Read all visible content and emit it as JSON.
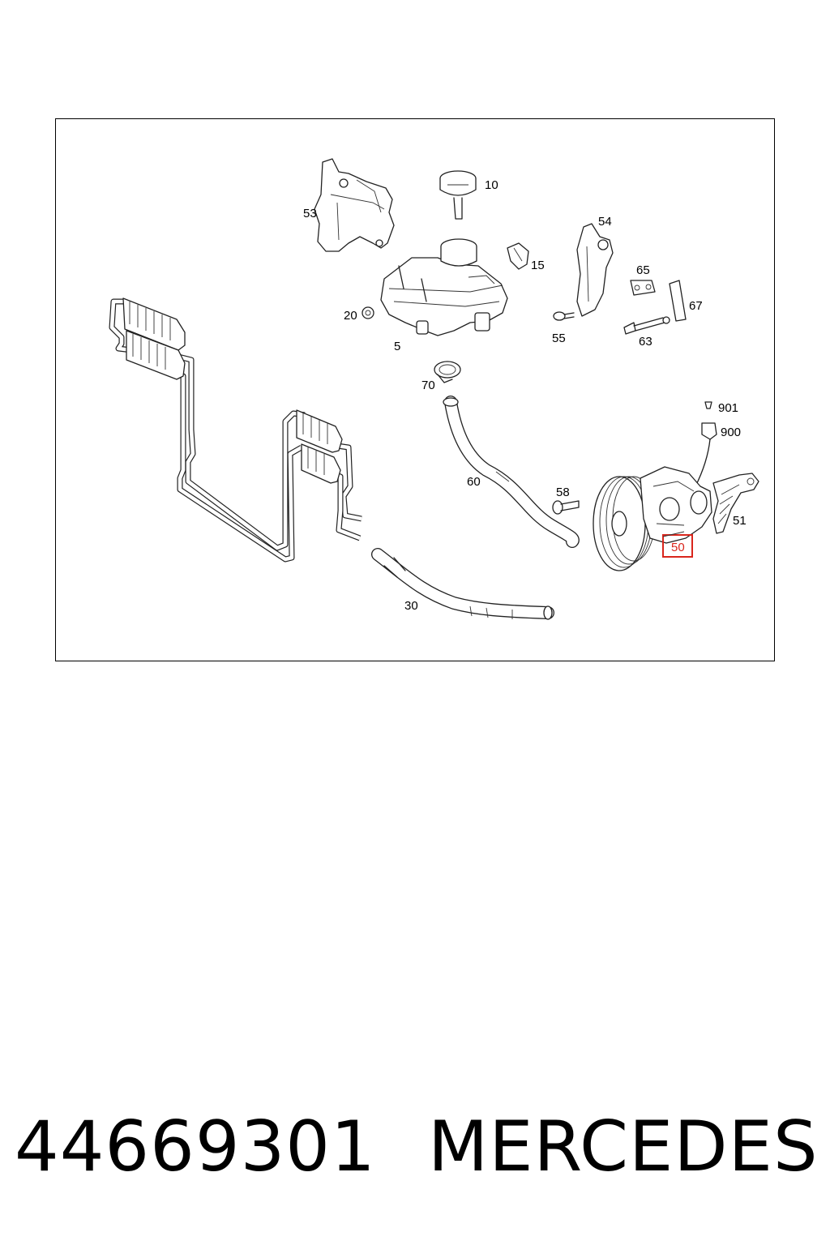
{
  "diagram": {
    "callouts": {
      "c5": "5",
      "c10": "10",
      "c15": "15",
      "c20": "20",
      "c30": "30",
      "c50": "50",
      "c51": "51",
      "c53": "53",
      "c54": "54",
      "c55": "55",
      "c58": "58",
      "c60": "60",
      "c63": "63",
      "c65": "65",
      "c67": "67",
      "c70": "70",
      "c900": "900",
      "c901": "901"
    },
    "highlighted_part": "50",
    "highlight_color": "#d9261c",
    "line_color": "#222222"
  },
  "footer": {
    "part_number": "44669301",
    "brand": "MERCEDES"
  }
}
